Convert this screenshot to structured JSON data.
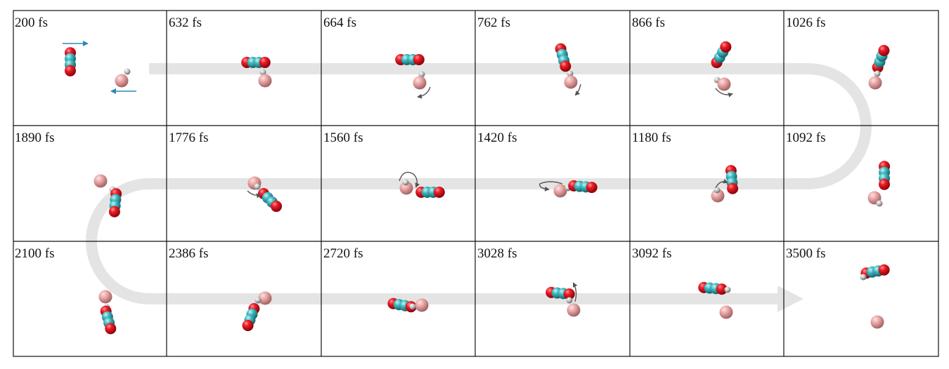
{
  "figure": {
    "rows": [
      [
        {
          "time": "200 fs"
        },
        {
          "time": "632 fs"
        },
        {
          "time": "664 fs"
        },
        {
          "time": "762 fs"
        },
        {
          "time": "866 fs"
        },
        {
          "time": "1026 fs"
        }
      ],
      [
        {
          "time": "1890 fs"
        },
        {
          "time": "1776 fs"
        },
        {
          "time": "1560 fs"
        },
        {
          "time": "1420 fs"
        },
        {
          "time": "1180 fs"
        },
        {
          "time": "1092 fs"
        }
      ],
      [
        {
          "time": "2100 fs"
        },
        {
          "time": "2386 fs"
        },
        {
          "time": "2720 fs"
        },
        {
          "time": "3028 fs"
        },
        {
          "time": "3092 fs"
        },
        {
          "time": "3500 fs"
        }
      ]
    ],
    "colors": {
      "oxygen": "#e0101c",
      "carbon": "#3fb9c0",
      "hydrogen": "#c8c8c8",
      "pink_atom": "#e8a2a2",
      "path_arrow": "#e4e4e4",
      "velocity_arrow": "#2a8ab8",
      "rotation_arrow": "#555555",
      "grid": "#111111"
    }
  }
}
